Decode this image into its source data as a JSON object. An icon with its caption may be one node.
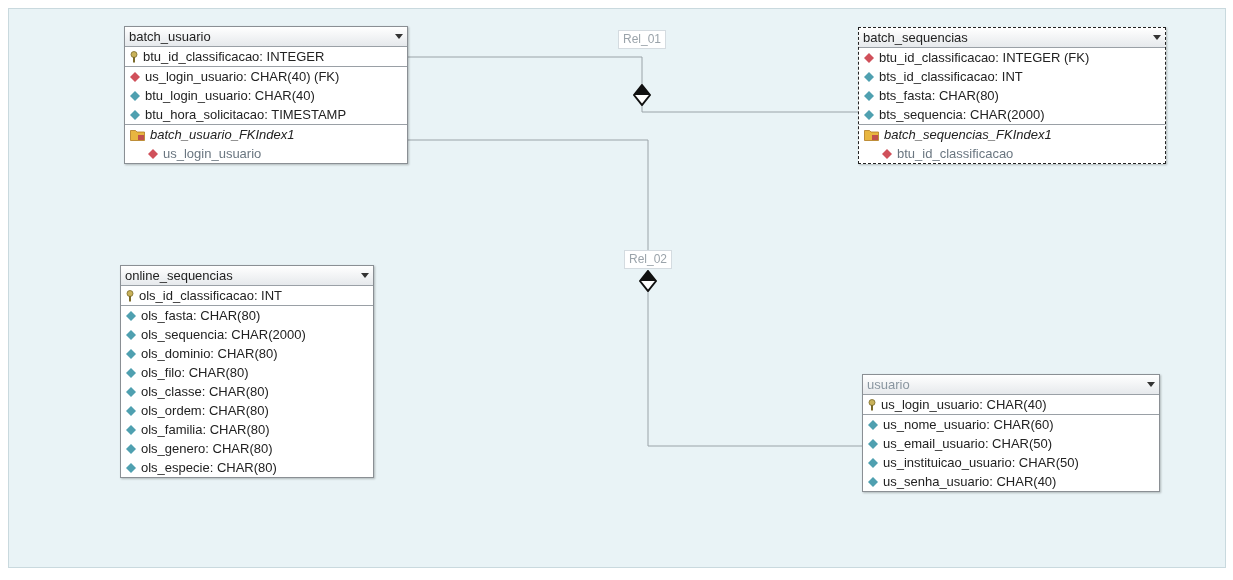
{
  "diagram": {
    "nodes": [
      {
        "text": [
          "batch_usuario",
          "btu_id_classificacao: INTEGER",
          "us_login_usuario: CHAR(40) (FK)",
          "btu_login_usuario: CHAR(40)",
          "btu_hora_solicitacao: TIMESTAMP",
          "batch_usuario_FKIndex1",
          "us_login_usuario"
        ]
      },
      {
        "text": [
          "batch_sequencias",
          "btu_id_classificacao: INTEGER (FK)",
          "bts_id_classificacao: INT",
          "bts_fasta: CHAR(80)",
          "bts_sequencia: CHAR(2000)",
          "batch_sequencias_FKIndex1",
          "btu_id_classificacao"
        ]
      },
      {
        "text": [
          "online_sequencias",
          "ols_id_classificacao: INT",
          "ols_fasta: CHAR(80)",
          "ols_sequencia: CHAR(2000)",
          "ols_dominio: CHAR(80)",
          "ols_filo: CHAR(80)",
          "ols_classe: CHAR(80)",
          "ols_ordem: CHAR(80)",
          "ols_familia: CHAR(80)",
          "ols_genero: CHAR(80)",
          "ols_especie: CHAR(80)"
        ]
      },
      {
        "text": [
          "usuario",
          "us_login_usuario: CHAR(40)",
          "us_nome_usuario: CHAR(60)",
          "us_email_usuario: CHAR(50)",
          "us_instituicao_usuario: CHAR(50)",
          "us_senha_usuario: CHAR(40)"
        ]
      },
      {
        "text": [
          "Rel_01"
        ]
      },
      {
        "text": [
          "Rel_02"
        ]
      }
    ],
    "edges": [
      {
        "from": 0,
        "to": 4,
        "arrow": "none"
      },
      {
        "from": 4,
        "to": 1,
        "arrow": "none"
      },
      {
        "from": 0,
        "to": 5,
        "arrow": "none"
      },
      {
        "from": 5,
        "to": 3,
        "arrow": "none"
      }
    ]
  }
}
